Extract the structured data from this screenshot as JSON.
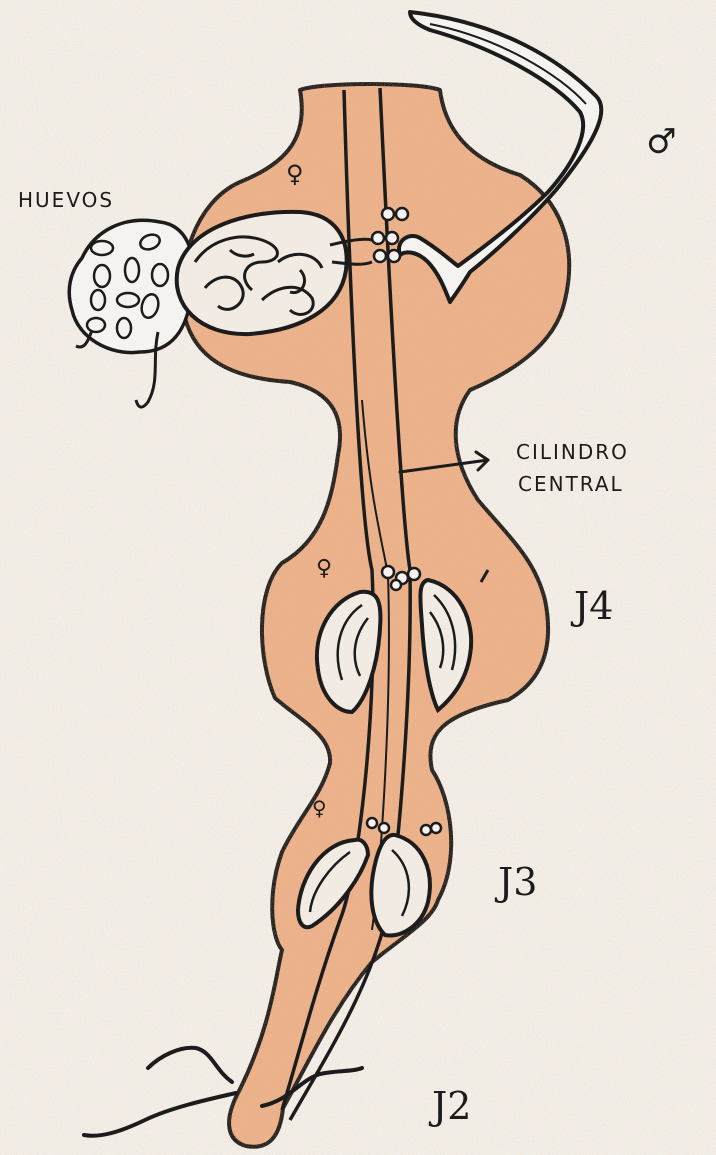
{
  "labels": {
    "huevos": "HUEVOS",
    "cilindro": "CILINDRO",
    "central": "CENTRAL",
    "female_symbol": "♀",
    "male_symbol": "♂",
    "j4": "J4",
    "j3": "J3",
    "j2": "J2"
  },
  "colors": {
    "paper": "#f1f0ed",
    "body_fill": "#eab08a",
    "ink": "#1c1c1c"
  }
}
